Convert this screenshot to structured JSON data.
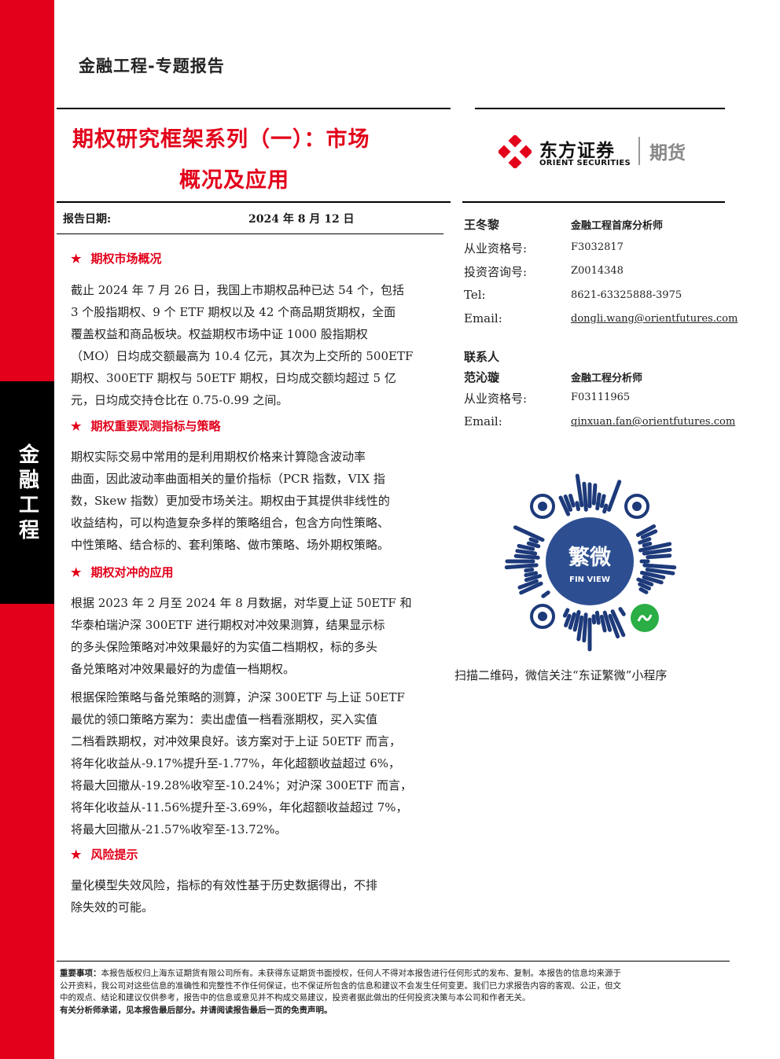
{
  "side": {
    "vertical_label": [
      "金",
      "融",
      "工",
      "程"
    ]
  },
  "header": {
    "category": "金融工程-专题报告"
  },
  "title": {
    "line1": "期权研究框架系列（一）：市场",
    "line2": "概况及应用"
  },
  "logo": {
    "brand_cn": "东方证券",
    "brand_en": "ORIENT SECURITIES",
    "division": "期货",
    "colors": {
      "red": "#e2001a"
    }
  },
  "report_date": {
    "label": "报告日期:",
    "value": "2024 年 8 月 12 日"
  },
  "sections": [
    {
      "heading": "期权市场概况",
      "paragraphs": [
        [
          "截止 2024 年 7 月 26 日，我国上市期权品种已达 54 个，包括",
          "3 个股指期权、9 个 ETF 期权以及 42 个商品期货期权，全面",
          "覆盖权益和商品板块。权益期权市场中证 1000 股指期权",
          "（MO）日均成交额最高为 10.4 亿元，其次为上交所的 500ETF",
          "期权、300ETF 期权与 50ETF 期权，日均成交额均超过 5 亿",
          "元，日均成交持仓比在 0.75-0.99 之间。"
        ]
      ]
    },
    {
      "heading": "期权重要观测指标与策略",
      "paragraphs": [
        [
          "期权实际交易中常用的是利用期权价格来计算隐含波动率",
          "曲面，因此波动率曲面相关的量价指标（PCR 指数，VIX 指",
          "数，Skew 指数）更加受市场关注。期权由于其提供非线性的",
          "收益结构，可以构造复杂多样的策略组合，包含方向性策略、",
          "中性策略、结合标的、套利策略、做市策略、场外期权策略。"
        ]
      ]
    },
    {
      "heading": "期权对冲的应用",
      "paragraphs": [
        [
          "根据 2023 年 2 月至 2024 年 8 月数据，对华夏上证 50ETF 和",
          "华泰柏瑞沪深 300ETF 进行期权对冲效果测算，结果显示标",
          "的多头保险策略对冲效果最好的为实值二档期权，标的多头",
          "备兑策略对冲效果最好的为虚值一档期权。"
        ],
        [
          "根据保险策略与备兑策略的测算，沪深 300ETF 与上证 50ETF",
          "最优的领口策略方案为：卖出虚值一档看涨期权，买入实值",
          "二档看跌期权，对冲效果良好。该方案对于上证 50ETF 而言，",
          "将年化收益从-9.17%提升至-1.77%，年化超额收益超过 6%，",
          "将最大回撤从-19.28%收窄至-10.24%；对沪深 300ETF 而言，",
          "将年化收益从-11.56%提升至-3.69%，年化超额收益超过 7%，",
          "将最大回撤从-21.57%收窄至-13.72%。"
        ]
      ]
    },
    {
      "heading": "风险提示",
      "paragraphs": [
        [
          "量化模型失效风险，指标的有效性基于历史数据得出，不排",
          "除失效的可能。"
        ]
      ]
    }
  ],
  "analysts": {
    "a1": {
      "name": "王冬黎",
      "title": "金融工程首席分析师",
      "cert_label": "从业资格号:",
      "cert": "F3032817",
      "consult_label": "投资咨询号:",
      "consult": "Z0014348",
      "tel_label": "Tel:",
      "tel": "8621-63325888-3975",
      "email_label": "Email:",
      "email": "dongli.wang@orientfutures.com"
    },
    "contact_label": "联系人",
    "a2": {
      "name": "范沁璇",
      "title": "金融工程分析师",
      "cert_label": "从业资格号:",
      "cert": "F03111965",
      "email_label": "Email:",
      "email": "qinxuan.fan@orientfutures.com"
    }
  },
  "qr": {
    "text_cn": "繁微",
    "text_en": "FIN VIEW",
    "caption": "扫描二维码，微信关注“东证繁微”小程序"
  },
  "disclaimer": {
    "bold_lead": "重要事项：",
    "lines": [
      "本报告版权归上海东证期货有限公司所有。未获得东证期货书面授权，任何人不得对本报告进行任何形式的发布、复制。本报告的信息均来源于",
      "公开资料，我公司对这些信息的准确性和完整性不作任何保证，也不保证所包含的信息和建议不会发生任何变更。我们已力求报告内容的客观、公正，但文",
      "中的观点、结论和建议仅供参考，报告中的信息或意见并不构成交易建议，投资者据此做出的任何投资决策与本公司和作者无关。"
    ],
    "bold_tail": "有关分析师承诺，见本报告最后部分。并请阅读报告最后一页的免责声明。"
  }
}
